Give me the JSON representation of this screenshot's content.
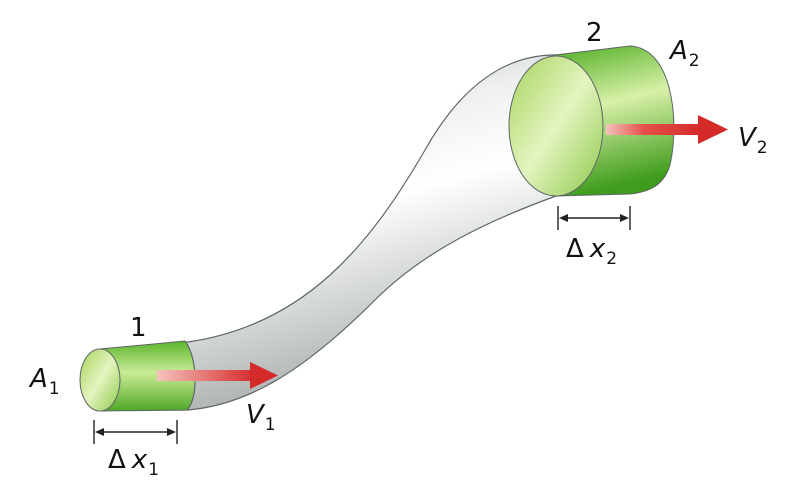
{
  "labels": {
    "section1_number": "1",
    "section2_number": "2",
    "area1": {
      "symbol": "A",
      "sub": "1"
    },
    "area2": {
      "symbol": "A",
      "sub": "2"
    },
    "velocity1": {
      "symbol": "V",
      "sub": "1"
    },
    "velocity2": {
      "symbol": "V",
      "sub": "2"
    },
    "dx1": {
      "delta": "Δ",
      "symbol": "x",
      "sub": "1"
    },
    "dx2": {
      "delta": "Δ",
      "symbol": "x",
      "sub": "2"
    }
  },
  "colors": {
    "tube_body": "#c9cdcd",
    "section_fill": "#7cc63a",
    "section_face": "#bfe08a",
    "arrow": "#d42a2a",
    "outline": "#5c6466"
  }
}
